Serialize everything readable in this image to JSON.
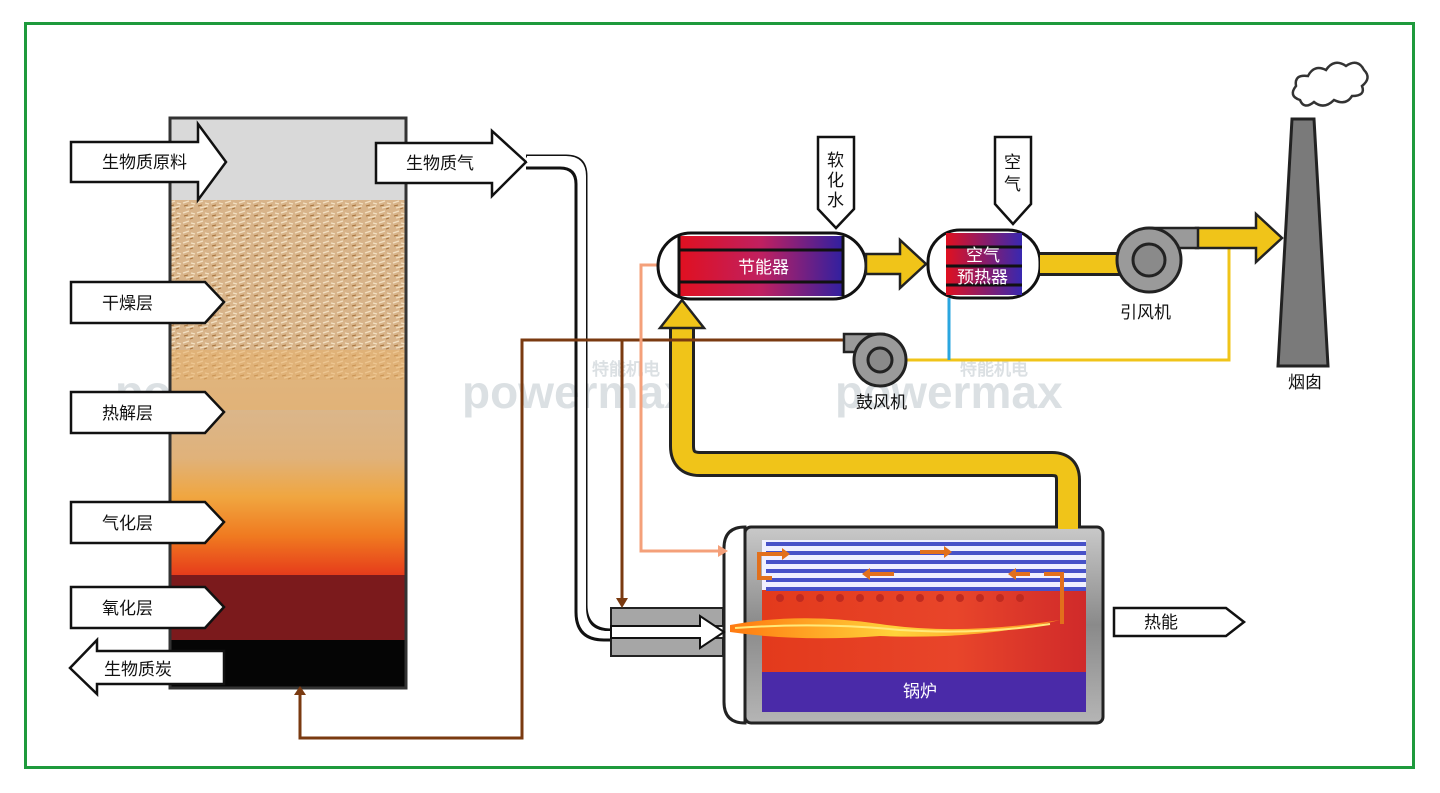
{
  "colors": {
    "frame_border": "#1e9a3c",
    "flue_gas_pipe": "#f0c419",
    "return_line": "#7a3a10",
    "water_line": "#f4a07a",
    "air_line": "#2aa6df",
    "hot_air_line": "#f0c419"
  },
  "gasifier": {
    "inputs": {
      "raw_material": "生物质原料"
    },
    "layers": {
      "drying": "干燥层",
      "pyrolysis": "热解层",
      "gasification": "气化层",
      "oxidation": "氧化层"
    },
    "outputs": {
      "gas": "生物质气",
      "char": "生物质炭"
    }
  },
  "economizer": {
    "label": "节能器",
    "input": "软化水"
  },
  "air_preheater": {
    "label_line1": "空气",
    "label_line2": "预热器",
    "input": "空气"
  },
  "fans": {
    "induced_draft": "引风机",
    "blower": "鼓风机"
  },
  "chimney": {
    "label": "烟囱"
  },
  "boiler": {
    "label": "锅炉",
    "output": "热能"
  },
  "watermark": {
    "brand": "powermax",
    "brand_cn": "特能机电"
  }
}
